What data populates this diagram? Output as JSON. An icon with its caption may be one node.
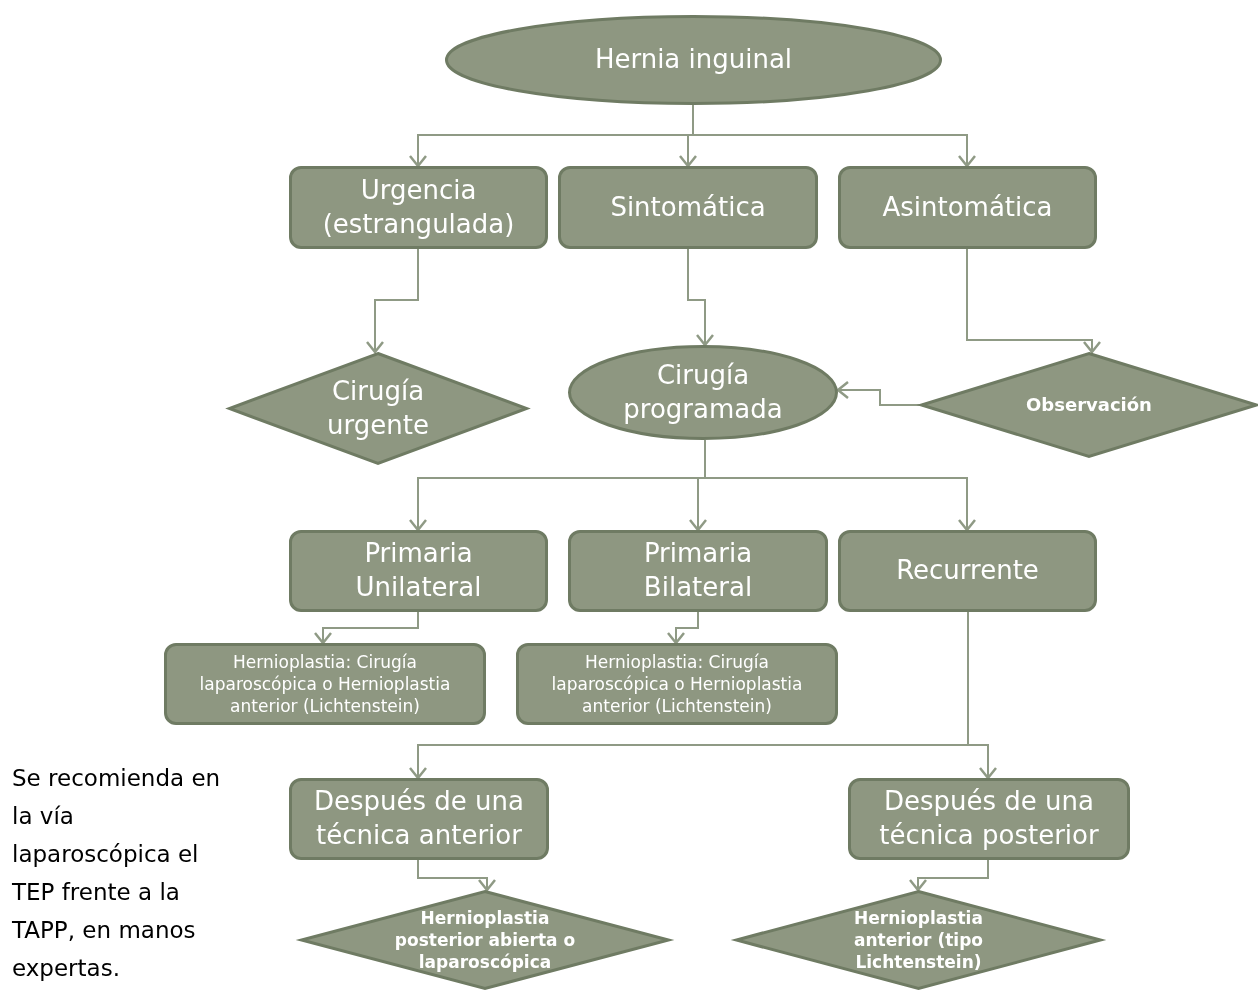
{
  "diagram": {
    "nodes": [
      {
        "text": [
          "Hernia inguinal"
        ]
      },
      {
        "text": [
          "Urgencia (estrangulada)"
        ]
      },
      {
        "text": [
          "Sintomática"
        ]
      },
      {
        "text": [
          "Asintomática"
        ]
      },
      {
        "text": [
          "Cirugía urgente"
        ]
      },
      {
        "text": [
          "Cirugía programada"
        ]
      },
      {
        "text": [
          "Observación"
        ]
      },
      {
        "text": [
          "Primaria Unilateral"
        ]
      },
      {
        "text": [
          "Primaria Bilateral"
        ]
      },
      {
        "text": [
          "Recurrente"
        ]
      },
      {
        "text": [
          "Hernioplastia: Cirugía laparoscópica o Hernioplastia anterior (Lichtenstein)"
        ]
      },
      {
        "text": [
          "Hernioplastia: Cirugía laparoscópica o Hernioplastia anterior (Lichtenstein)"
        ]
      },
      {
        "text": [
          "Después de una técnica anterior"
        ]
      },
      {
        "text": [
          "Después de una técnica posterior"
        ]
      },
      {
        "text": [
          "Hernioplastia posterior abierta o laparoscópica"
        ]
      },
      {
        "text": [
          "Hernioplastia anterior (tipo Lichtenstein)"
        ]
      }
    ],
    "edges": [
      {
        "from": 0,
        "to": 1,
        "arrow": "to"
      },
      {
        "from": 0,
        "to": 2,
        "arrow": "to"
      },
      {
        "from": 0,
        "to": 3,
        "arrow": "to"
      },
      {
        "from": 1,
        "to": 4,
        "arrow": "to"
      },
      {
        "from": 2,
        "to": 5,
        "arrow": "to"
      },
      {
        "from": 3,
        "to": 6,
        "arrow": "to"
      },
      {
        "from": 6,
        "to": 5,
        "arrow": "to"
      },
      {
        "from": 5,
        "to": 7,
        "arrow": "to"
      },
      {
        "from": 5,
        "to": 8,
        "arrow": "to"
      },
      {
        "from": 5,
        "to": 9,
        "arrow": "to"
      },
      {
        "from": 7,
        "to": 10,
        "arrow": "to"
      },
      {
        "from": 8,
        "to": 11,
        "arrow": "to"
      },
      {
        "from": 9,
        "to": 12,
        "arrow": "to"
      },
      {
        "from": 9,
        "to": 13,
        "arrow": "to"
      },
      {
        "from": 12,
        "to": 14,
        "arrow": "to"
      },
      {
        "from": 13,
        "to": 15,
        "arrow": "to"
      }
    ],
    "labels": [
      "Se recomienda en la vía laparoscópica el TEP frente a la TAPP, en manos expertas."
    ]
  }
}
